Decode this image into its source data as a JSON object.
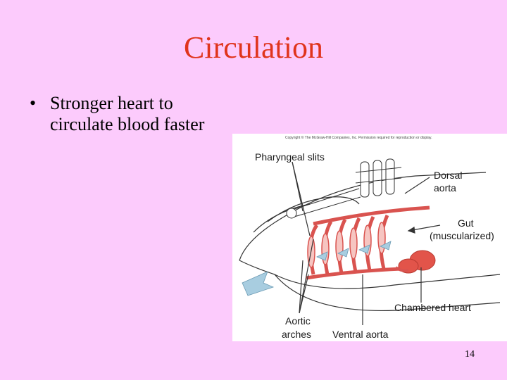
{
  "slide": {
    "title": "Circulation",
    "bullet_symbol": "•",
    "bullet_text_line1": "Stronger heart to",
    "bullet_text_line2": "circulate blood faster",
    "page_number": "14"
  },
  "figure": {
    "copyright": "Copyright © The McGraw-Hill Companies, Inc. Permission required for reproduction or display.",
    "labels": {
      "pharyngeal_slits": "Pharyngeal slits",
      "dorsal_line1": "Dorsal",
      "dorsal_line2": "aorta",
      "gut_line1": "Gut",
      "gut_line2": "(muscularized)",
      "chambered_heart": "Chambered heart",
      "aortic_line1": "Aortic",
      "aortic_line2": "arches",
      "ventral_aorta": "Ventral aorta"
    },
    "colors": {
      "vessel": "#d9534f",
      "vessel_light": "#f0a6a0",
      "heart": "#e2544a",
      "flow_arrow": "#a8cde0",
      "outline": "#333333"
    }
  }
}
